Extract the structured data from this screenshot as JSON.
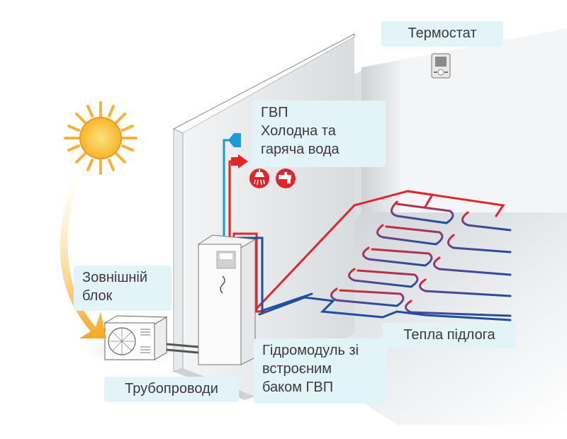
{
  "diagram": {
    "title": "Heat pump heating system diagram",
    "labels": {
      "thermostat": "Термостат",
      "dhw_title": "ГВП",
      "dhw_line1": "Холодна та",
      "dhw_line2": "гаряча вода",
      "outdoor_line1": "Зовнішній",
      "outdoor_line2": "блок",
      "piping": "Трубопроводи",
      "hydromodule_line1": "Гідромодуль зі",
      "hydromodule_line2": "встроєним",
      "hydromodule_line3": "баком ГВП",
      "floor": "Тепла підлога"
    },
    "icons": [
      "sun-icon",
      "sun-arrow-icon",
      "thermostat-icon",
      "shower-icon",
      "tap-icon",
      "outdoor-unit-icon",
      "hydromodule-icon",
      "cold-water-arrow-icon",
      "hot-water-arrow-icon",
      "underfloor-heating-loops"
    ],
    "colors": {
      "label_bg": "#e3f4f8",
      "hot": "#e1262b",
      "cold": "#1d4fa3",
      "cold_water_arrow": "#1a9ad6",
      "sun": "#f7b52c",
      "arrow": "#f5a623"
    }
  }
}
